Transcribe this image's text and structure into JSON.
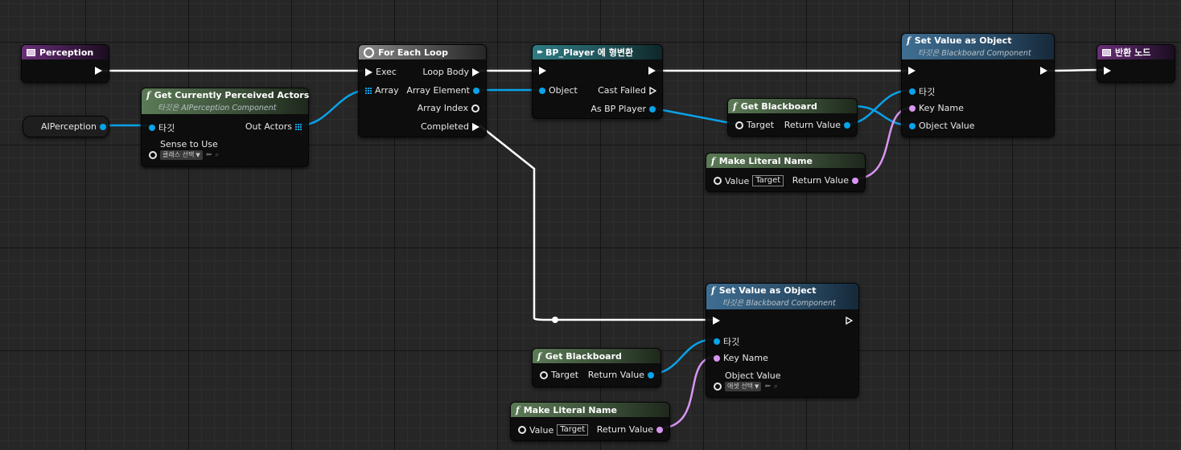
{
  "nodes": {
    "perception": {
      "title": "Perception"
    },
    "ai_perception": {
      "label": "AIPerception"
    },
    "get_perceived": {
      "title": "Get Currently Perceived Actors",
      "subtitle": "타깃은 AIPerception Component",
      "target": "타깃",
      "out_actors": "Out Actors",
      "sense": "Sense to Use",
      "sense_value": "클래스 선택"
    },
    "for_each": {
      "title": "For Each Loop",
      "exec": "Exec",
      "array": "Array",
      "loop_body": "Loop Body",
      "array_element": "Array Element",
      "array_index": "Array Index",
      "completed": "Completed"
    },
    "cast": {
      "title": "BP_Player 에 형변환",
      "object": "Object",
      "cast_failed": "Cast Failed",
      "as_bp_player": "As BP Player"
    },
    "set_value_1": {
      "title": "Set Value as Object",
      "subtitle": "타깃은 Blackboard Component",
      "target": "타깃",
      "key_name": "Key Name",
      "object_value": "Object Value"
    },
    "return_node": {
      "title": "반환 노드"
    },
    "get_blackboard_1": {
      "title": "Get Blackboard",
      "target": "Target",
      "return_value": "Return Value"
    },
    "make_literal_1": {
      "title": "Make Literal Name",
      "value": "Value",
      "value_text": "Target",
      "return_value": "Return Value"
    },
    "set_value_2": {
      "title": "Set Value as Object",
      "subtitle": "타깃은 Blackboard Component",
      "target": "타깃",
      "key_name": "Key Name",
      "object_value": "Object Value",
      "object_value_select": "애셋 선택"
    },
    "get_blackboard_2": {
      "title": "Get Blackboard",
      "target": "Target",
      "return_value": "Return Value"
    },
    "make_literal_2": {
      "title": "Make Literal Name",
      "value": "Value",
      "value_text": "Target",
      "return_value": "Return Value"
    }
  },
  "colors": {
    "exec": "#ffffff",
    "object_pin": "#0aa2e8",
    "name_pin": "#d995f2",
    "class_pin": "#5a1d8c",
    "int_pin": "#1ec4a0"
  }
}
